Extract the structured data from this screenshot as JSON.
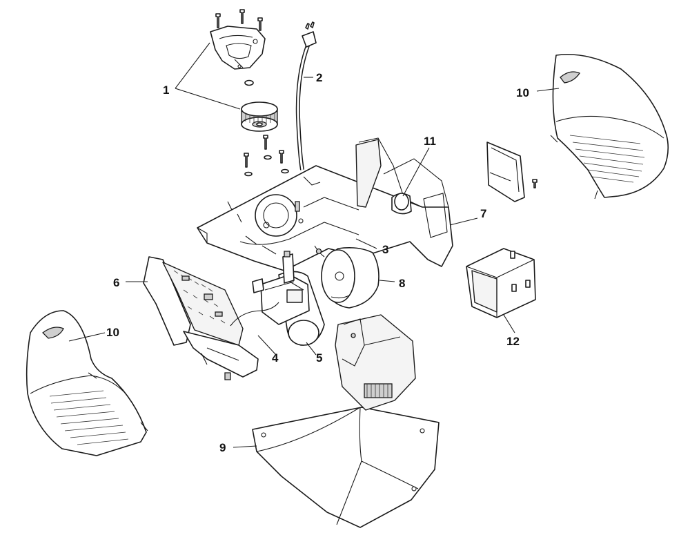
{
  "diagram": {
    "type": "exploded-parts-view",
    "callouts": [
      {
        "id": "c1",
        "label": "1"
      },
      {
        "id": "c2",
        "label": "2"
      },
      {
        "id": "c3",
        "label": "3"
      },
      {
        "id": "c4",
        "label": "4"
      },
      {
        "id": "c5",
        "label": "5"
      },
      {
        "id": "c6",
        "label": "6"
      },
      {
        "id": "c7",
        "label": "7"
      },
      {
        "id": "c8",
        "label": "8"
      },
      {
        "id": "c9",
        "label": "9"
      },
      {
        "id": "c10a",
        "label": "10"
      },
      {
        "id": "c10b",
        "label": "10"
      },
      {
        "id": "c11",
        "label": "11"
      },
      {
        "id": "c12",
        "label": "12"
      }
    ],
    "colors": {
      "line": "#1a1a1a",
      "fill": "#ffffff",
      "shade": "#cfcfcf"
    }
  }
}
